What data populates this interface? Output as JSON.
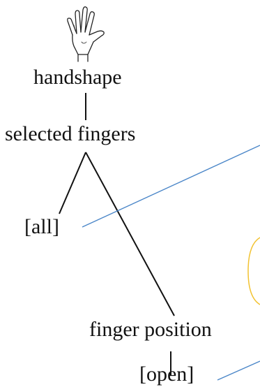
{
  "tree": {
    "root": "handshape",
    "child": "selected fingers",
    "left_leaf": "[all]",
    "right_branch": "finger position",
    "right_leaf": "[open]"
  },
  "icon": "hand-icon",
  "colors": {
    "tree_line": "#111111",
    "callout_line": "#4a86c8",
    "highlight_arc": "#f2c230"
  }
}
